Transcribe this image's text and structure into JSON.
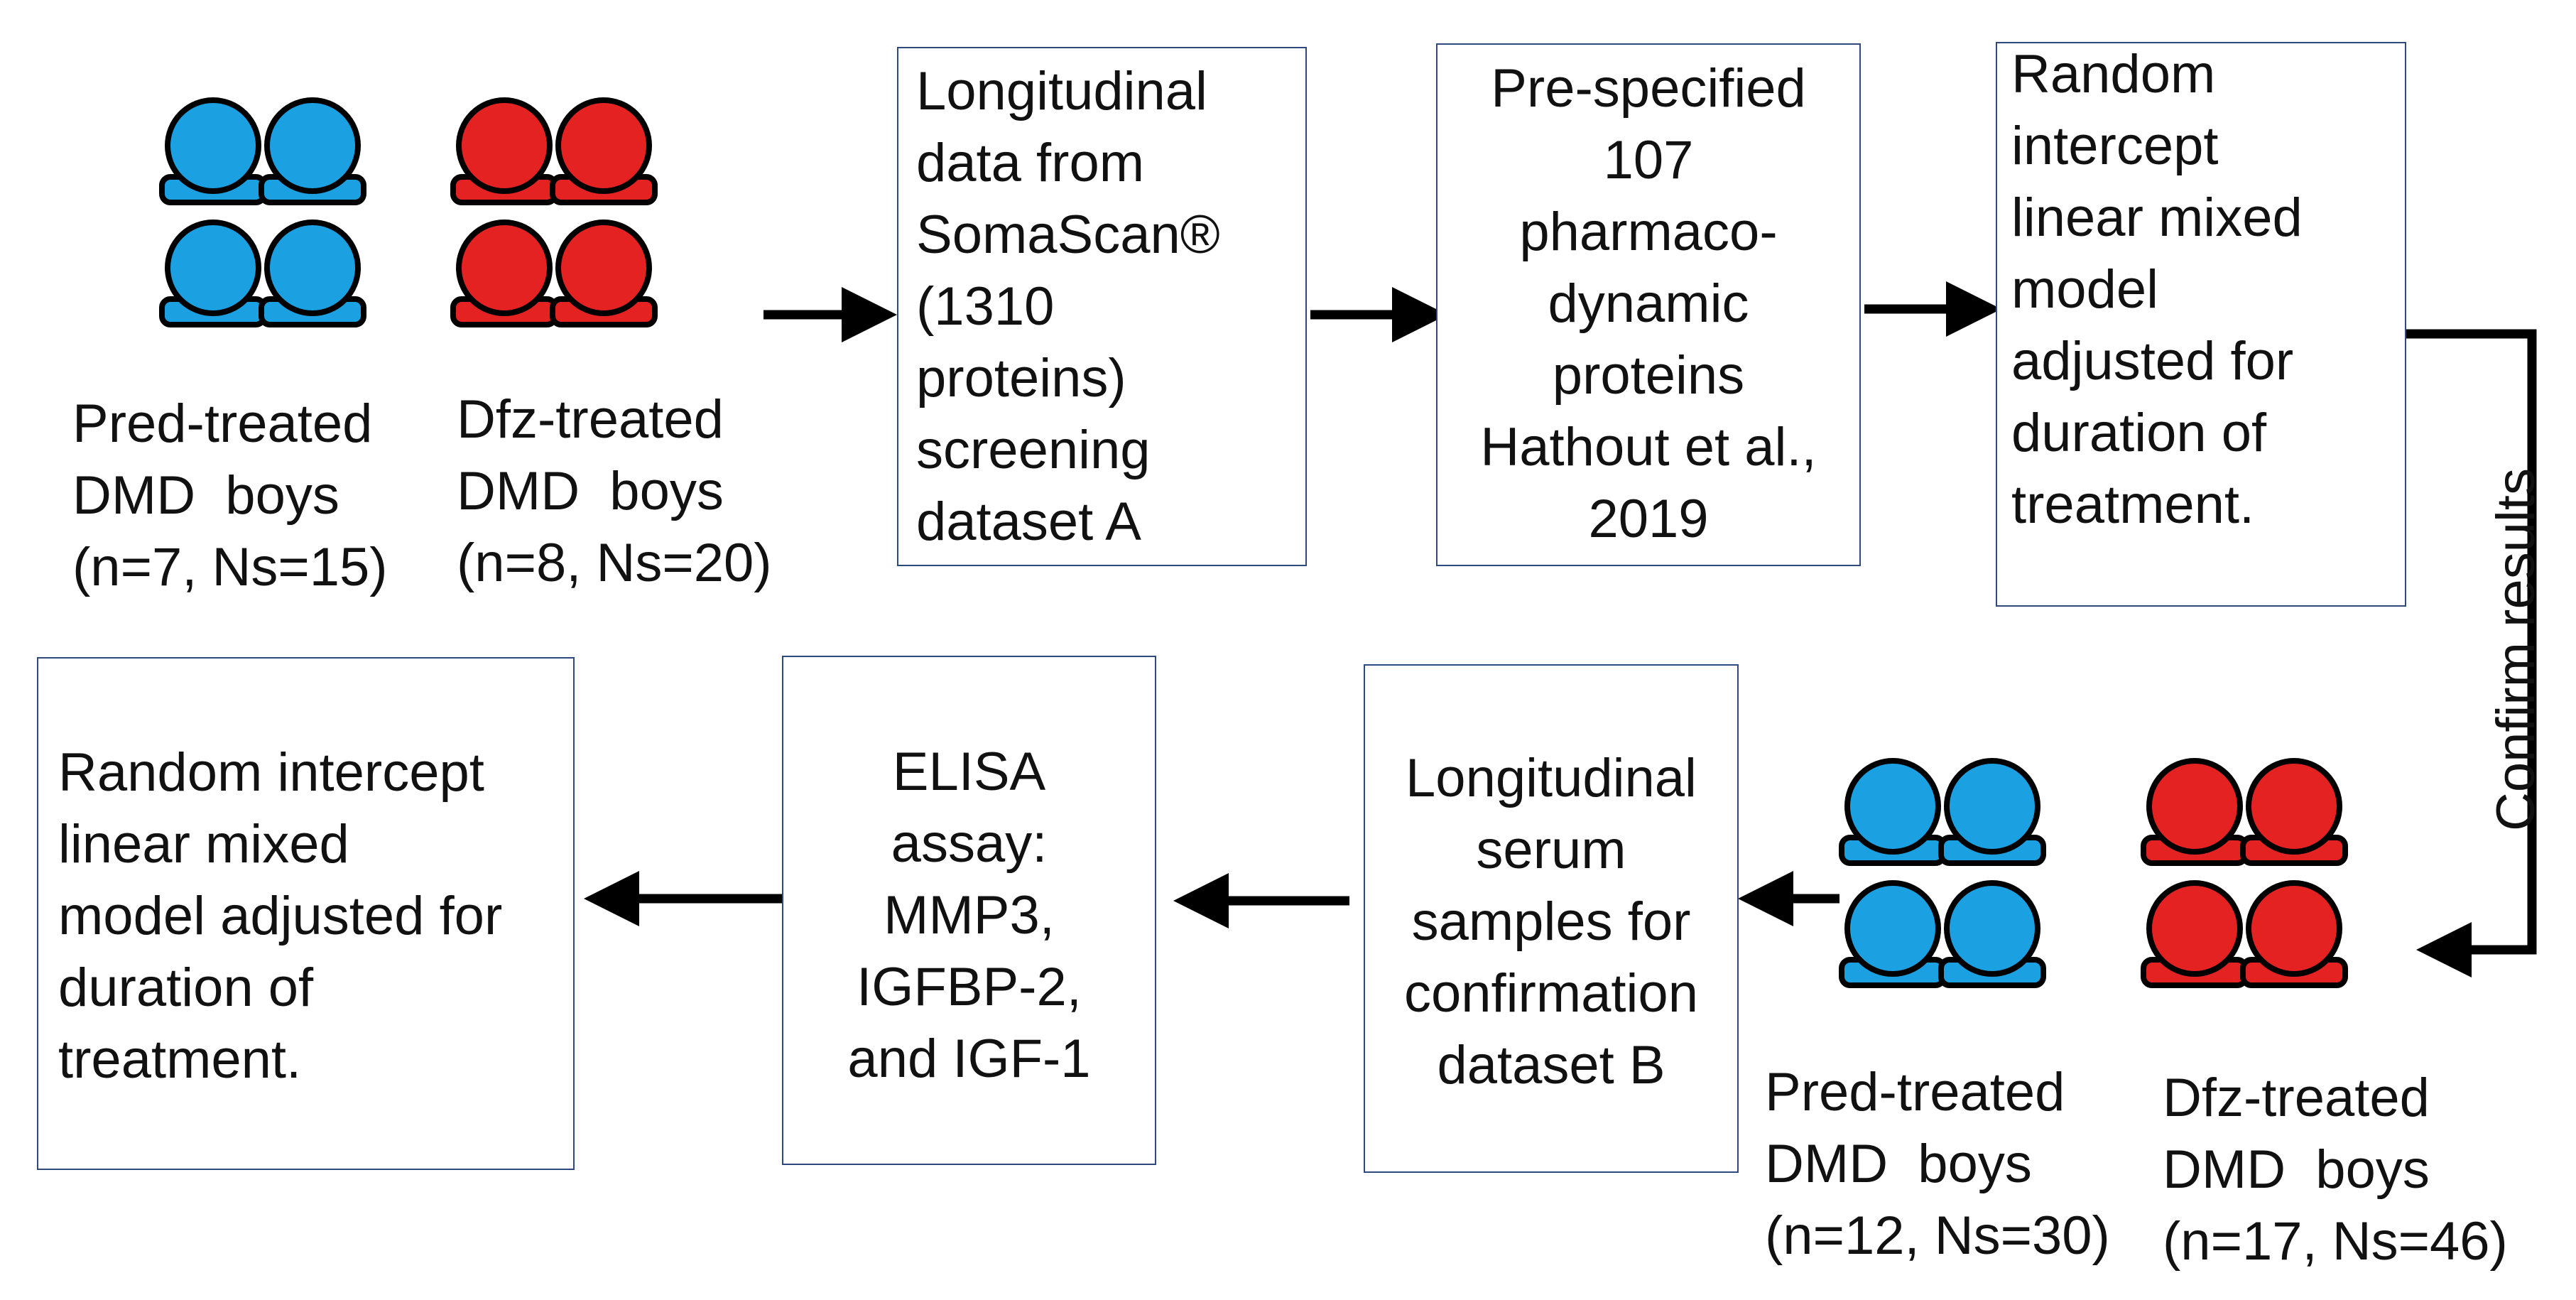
{
  "groups": {
    "a_pred": [
      "Pred-treated",
      "DMD  boys",
      "(n=7, Ns=15)"
    ],
    "a_dfz": [
      "Dfz-treated",
      "DMD  boys",
      "(n=8, Ns=20)"
    ],
    "b_pred": [
      "Pred-treated",
      "DMD  boys",
      "(n=12, Ns=30)"
    ],
    "b_dfz": [
      "Dfz-treated",
      "DMD  boys",
      "(n=17, Ns=46)"
    ]
  },
  "boxes": {
    "dataset_a": [
      "Longitudinal",
      "data from",
      "SomaScan®",
      "(1310",
      "proteins)",
      "screening",
      "dataset A"
    ],
    "prespecified": [
      "Pre-specified",
      "107",
      "pharmaco-",
      "dynamic",
      "proteins",
      "Hathout et al.,",
      "2019"
    ],
    "model_a": [
      "Random",
      "intercept",
      "linear mixed",
      "model",
      "adjusted for",
      "duration of",
      "treatment."
    ],
    "dataset_b": [
      "Longitudinal",
      "serum",
      "samples for",
      "confirmation",
      "dataset B"
    ],
    "elisa": [
      "ELISA",
      "assay:",
      "MMP3,",
      "IGFBP-2,",
      "and IGF-1"
    ],
    "model_b": [
      "Random intercept",
      "linear mixed",
      "model adjusted for",
      "duration of",
      "treatment."
    ]
  },
  "connector_label": "Confirm results",
  "colors": {
    "pred_fill": "#1BA1E2",
    "dfz_fill": "#E52222",
    "box_border": "#2E4A7D",
    "arrow": "#000000"
  },
  "icons": {
    "pred": "people-group-icon",
    "dfz": "people-group-icon"
  }
}
